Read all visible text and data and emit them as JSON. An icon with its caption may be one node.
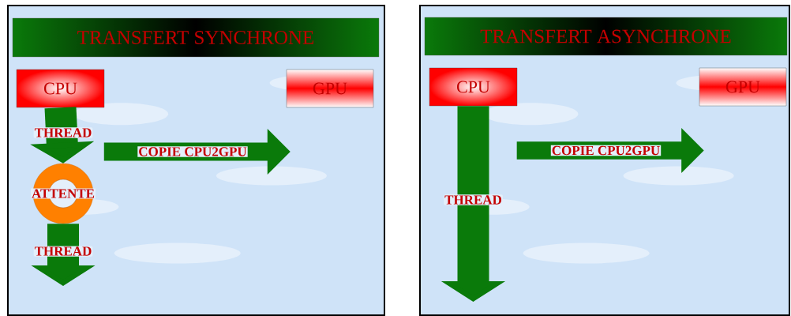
{
  "diagram": {
    "nodes": [
      {
        "text": [],
        "shape": "box"
      },
      {
        "text": [
          "TRANSFERT SYNCHRONE"
        ],
        "in": 0
      },
      {
        "text": [
          "CPU"
        ],
        "in": 0
      },
      {
        "text": [
          "GPU"
        ],
        "in": 0
      },
      {
        "text": [
          "COPIE CPU2GPU"
        ],
        "in": 0
      },
      {
        "text": [
          "ATTENTE"
        ],
        "in": 0
      },
      {
        "text": [],
        "shape": "box"
      },
      {
        "text": [
          "TRANSFERT ASYNCHRONE"
        ],
        "in": 6
      },
      {
        "text": [
          "CPU"
        ],
        "in": 6
      },
      {
        "text": [
          "GPU"
        ],
        "in": 6
      },
      {
        "text": [
          "COPIE CPU2GPU"
        ],
        "in": 6
      }
    ],
    "edges": [
      {
        "from": 2,
        "to": 5,
        "arrow": "to",
        "label": "THREAD"
      },
      {
        "from": 5,
        "to": null,
        "arrow": "to",
        "label": "THREAD"
      },
      {
        "from": 8,
        "to": null,
        "arrow": "to",
        "label": "THREAD"
      }
    ]
  }
}
